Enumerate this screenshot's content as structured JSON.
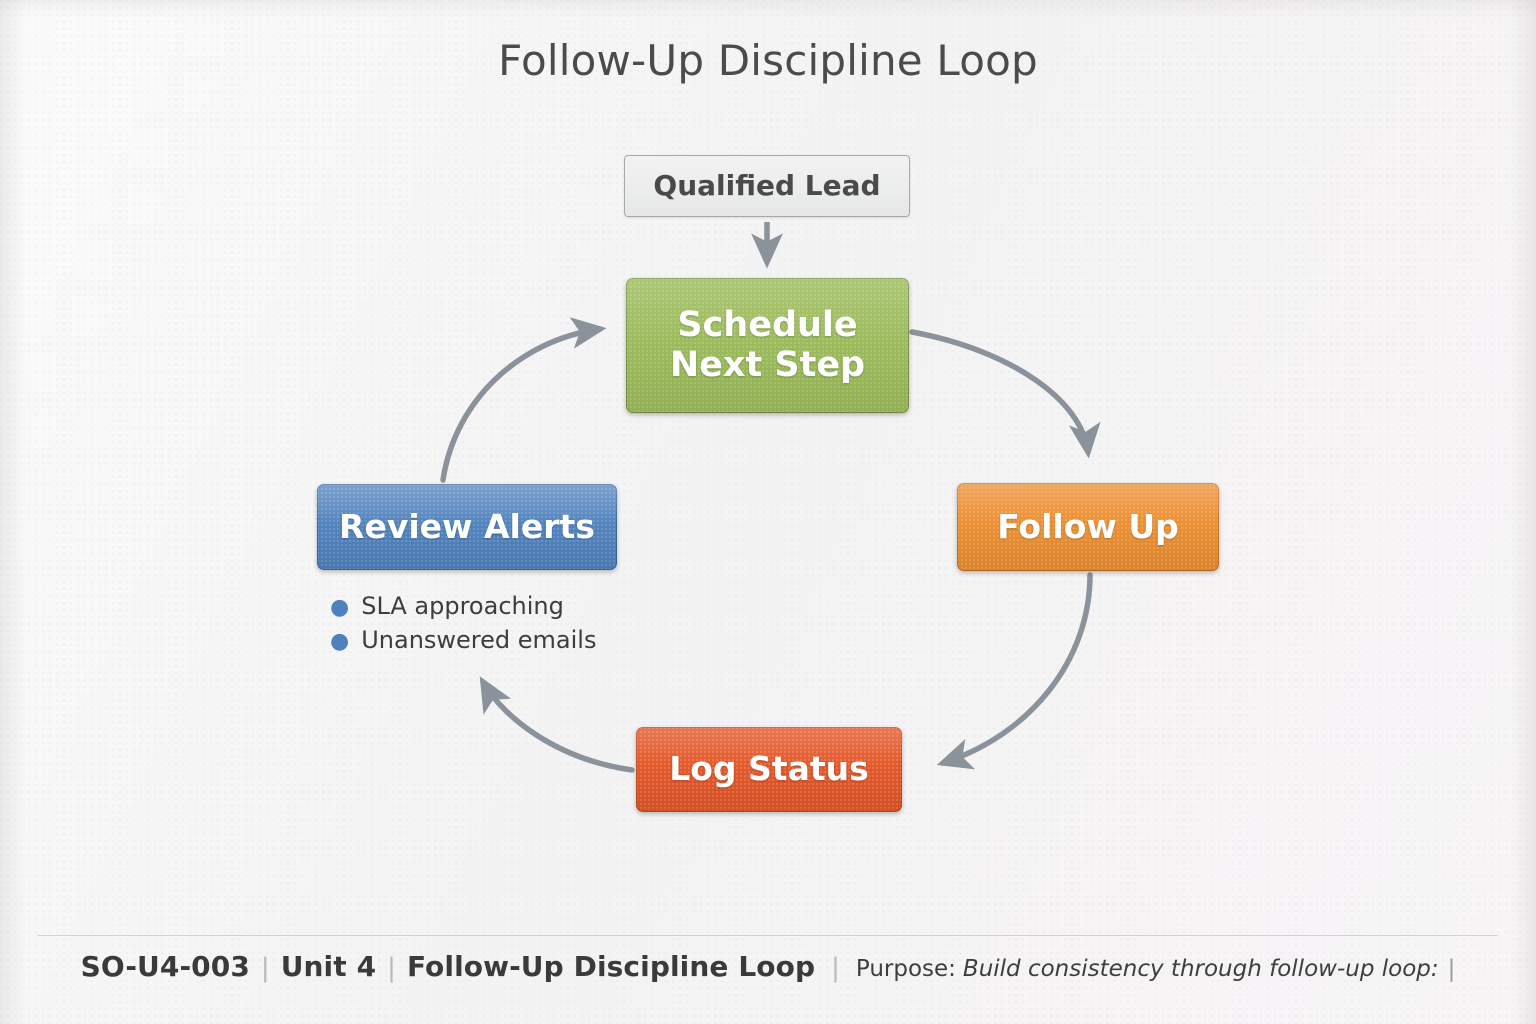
{
  "page": {
    "title": "Follow-Up Discipline Loop",
    "background_color": "#f7f6f6"
  },
  "diagram": {
    "type": "cycle-flow",
    "entry_node": {
      "id": "qualified-lead",
      "label": "Qualified Lead",
      "fill": "#ecedec",
      "text_color": "#4a4a4a",
      "border": "#a9a9a9"
    },
    "nodes": [
      {
        "id": "schedule-next-step",
        "label": "Schedule\nNext Step",
        "line1": "Schedule",
        "line2": "Next Step",
        "fill": "#9bbb59",
        "text_color": "#ffffff",
        "position": "top"
      },
      {
        "id": "follow-up",
        "label": "Follow Up",
        "fill": "#ec8f31",
        "text_color": "#ffffff",
        "position": "right"
      },
      {
        "id": "log-status",
        "label": "Log Status",
        "fill": "#e35728",
        "text_color": "#ffffff",
        "position": "bottom"
      },
      {
        "id": "review-alerts",
        "label": "Review Alerts",
        "fill": "#4f81bd",
        "text_color": "#ffffff",
        "position": "left"
      }
    ],
    "connectors": [
      {
        "id": "lead-to-schedule",
        "from": "qualified-lead",
        "to": "schedule-next-step",
        "style": "straight",
        "color": "#7f8a93"
      },
      {
        "id": "schedule-to-followup",
        "from": "schedule-next-step",
        "to": "follow-up",
        "style": "curved",
        "color": "#7f8a93"
      },
      {
        "id": "followup-to-log",
        "from": "follow-up",
        "to": "log-status",
        "style": "curved",
        "color": "#7f8a93"
      },
      {
        "id": "log-to-review",
        "from": "log-status",
        "to": "review-alerts",
        "style": "curved",
        "color": "#7f8a93"
      },
      {
        "id": "review-to-schedule",
        "from": "review-alerts",
        "to": "schedule-next-step",
        "style": "curved",
        "color": "#7f8a93"
      }
    ],
    "annotations": {
      "review_alerts_bullets": [
        "SLA approaching",
        "Unanswered emails"
      ],
      "bullet_color": "#4f81bd"
    }
  },
  "footer": {
    "code": "SO-U4-003",
    "unit": "Unit 4",
    "topic": "Follow-Up Discipline Loop",
    "purpose_label": "Purpose:",
    "purpose_text": "Build consistency through follow-up loop:",
    "separator": "|",
    "tail": "|"
  }
}
